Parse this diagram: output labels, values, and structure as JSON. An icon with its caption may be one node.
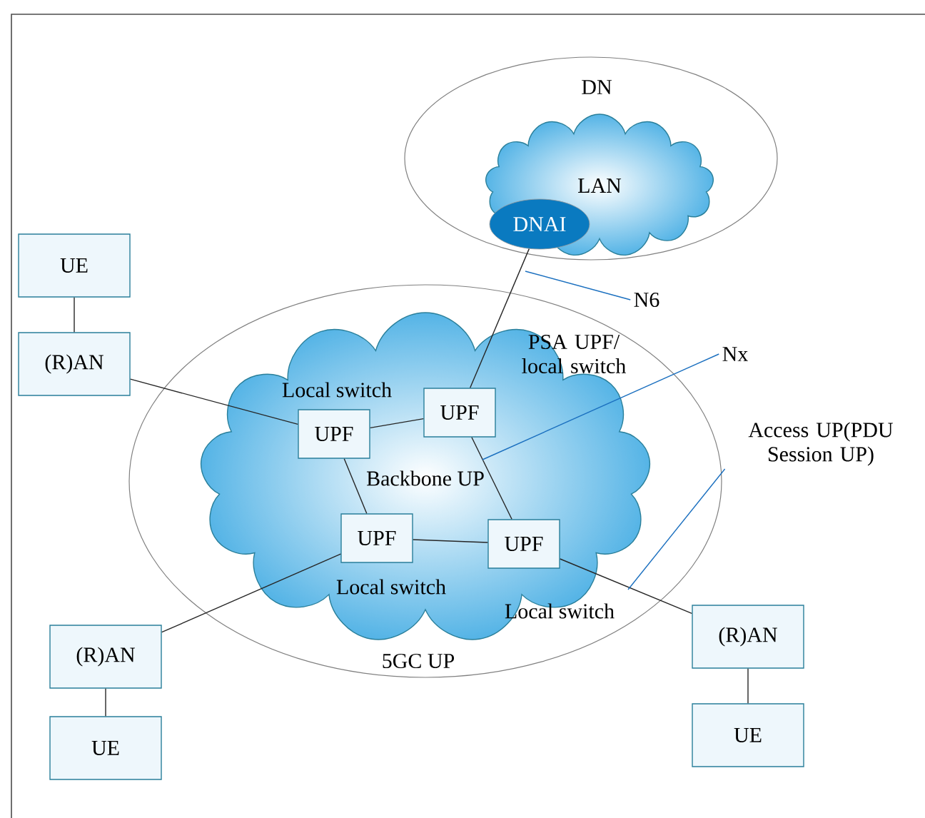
{
  "diagram": {
    "nodes": [
      {
        "text": [
          "DN"
        ]
      },
      {
        "text": [
          "LAN"
        ],
        "in": 0
      },
      {
        "text": [
          "DNAI"
        ],
        "in": 1
      },
      {
        "text": [
          "5GC UP"
        ]
      },
      {
        "text": [
          "Backbone UP"
        ],
        "in": 3
      },
      {
        "text": [
          "UPF"
        ],
        "in": 4,
        "beside": [
          "Local switch"
        ]
      },
      {
        "text": [
          "UPF"
        ],
        "in": 4,
        "beside": [
          "PSA UPF/ local switch"
        ]
      },
      {
        "text": [
          "UPF"
        ],
        "in": 4,
        "beside": [
          "Local switch"
        ]
      },
      {
        "text": [
          "UPF"
        ],
        "in": 4,
        "beside": [
          "Local switch"
        ]
      },
      {
        "text": [
          "UE"
        ]
      },
      {
        "text": [
          "(R)AN"
        ]
      },
      {
        "text": [
          "(R)AN"
        ]
      },
      {
        "text": [
          "UE"
        ]
      },
      {
        "text": [
          "(R)AN"
        ]
      },
      {
        "text": [
          "UE"
        ]
      },
      {
        "text": [
          "N6"
        ]
      },
      {
        "text": [
          "Nx"
        ]
      },
      {
        "text": [
          "Access UP(PDU Session UP)"
        ]
      }
    ],
    "edges": [
      {
        "from": 9,
        "to": 10,
        "arrow": "none"
      },
      {
        "from": 10,
        "to": 5,
        "arrow": "none"
      },
      {
        "from": 5,
        "to": 6,
        "arrow": "none"
      },
      {
        "from": 6,
        "to": 2,
        "arrow": "none"
      },
      {
        "from": 5,
        "to": 7,
        "arrow": "none"
      },
      {
        "from": 6,
        "to": 8,
        "arrow": "none"
      },
      {
        "from": 7,
        "to": 8,
        "arrow": "none"
      },
      {
        "from": 7,
        "to": 11,
        "arrow": "none"
      },
      {
        "from": 11,
        "to": 12,
        "arrow": "none"
      },
      {
        "from": 8,
        "to": 13,
        "arrow": "none"
      },
      {
        "from": 13,
        "to": 14,
        "arrow": "none"
      },
      {
        "from": 15,
        "to": null,
        "arrow": "none",
        "color": "#1a6fbf"
      },
      {
        "from": 16,
        "to": null,
        "arrow": "none",
        "color": "#1a6fbf"
      },
      {
        "from": 17,
        "to": null,
        "arrow": "none",
        "color": "#1a6fbf"
      }
    ]
  }
}
